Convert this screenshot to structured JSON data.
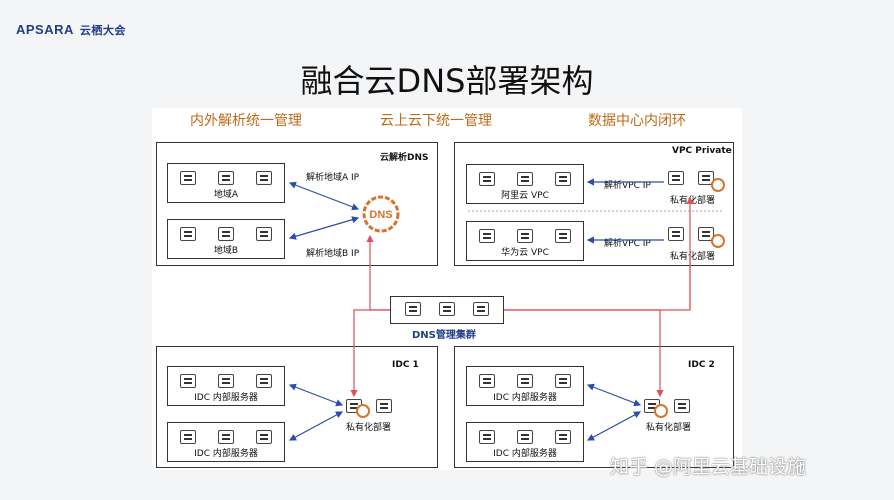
{
  "header": {
    "brand": "APSARA",
    "brand_cn": "云栖大会"
  },
  "title": "融合云DNS部署架构",
  "columns": [
    "内外解析统一管理",
    "云上云下统一管理",
    "数据中心内闭环"
  ],
  "cloud_dns": {
    "label": "云解析DNS",
    "region_a": "地域A",
    "region_b": "地域B",
    "resolve_a": "解析地域A IP",
    "resolve_b": "解析地域B IP",
    "dns_text": "DNS"
  },
  "vpc": {
    "label": "VPC Private",
    "aliyun": "阿里云 VPC",
    "huawei": "华为云 VPC",
    "resolve_vpc": "解析VPC IP",
    "private_deploy": "私有化部署"
  },
  "cluster": {
    "label": "DNS管理集群"
  },
  "idc1": {
    "label": "IDC 1",
    "server": "IDC 内部服务器",
    "private_deploy": "私有化部署"
  },
  "idc2": {
    "label": "IDC 2",
    "server": "IDC 内部服务器",
    "private_deploy": "私有化部署"
  },
  "watermark": "知乎 @阿里云基础设施",
  "colors": {
    "accent": "#d8742a",
    "arrow_red": "#e0505a",
    "arrow_blue": "#2b4fa8"
  }
}
